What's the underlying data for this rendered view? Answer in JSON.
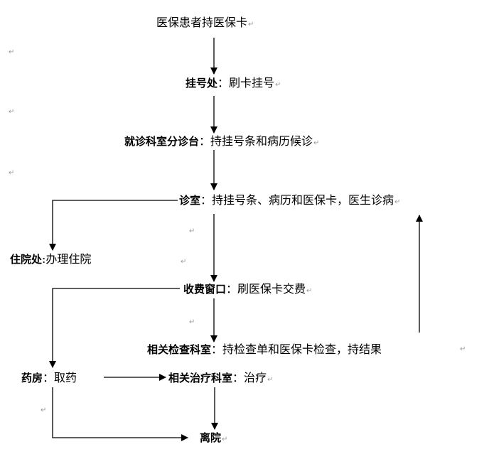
{
  "diagram": {
    "title": "医保患者就医流程",
    "paragraph_mark": "↵",
    "line_color": "#000000",
    "nodes": {
      "start": {
        "text": "医保患者持医保卡"
      },
      "registration": {
        "label": "挂号处",
        "separator": "：",
        "desc": "刷卡挂号"
      },
      "triage": {
        "label": "就诊科室分诊台",
        "separator": "：",
        "desc": "持挂号条和病历候诊"
      },
      "clinic": {
        "label": "诊室",
        "separator": "：",
        "desc": "持挂号条、病历和医保卡，医生诊病"
      },
      "admission": {
        "label": "住院处",
        "separator": ":",
        "desc": "办理住院"
      },
      "payment": {
        "label": "收费窗口",
        "separator": "：",
        "desc": "刷医保卡交费"
      },
      "examination": {
        "label": "相关检查科室",
        "separator": "：",
        "desc": "持检查单和医保卡检查，持结果"
      },
      "pharmacy": {
        "label": "药房",
        "separator": "：",
        "desc": "取药"
      },
      "treatment": {
        "label": "相关治疗科室",
        "separator": "：",
        "desc": "治疗"
      },
      "discharge": {
        "label": "离院"
      }
    },
    "edges": [
      {
        "from": "start",
        "to": "registration"
      },
      {
        "from": "registration",
        "to": "triage"
      },
      {
        "from": "triage",
        "to": "clinic"
      },
      {
        "from": "clinic",
        "to": "admission"
      },
      {
        "from": "clinic",
        "to": "payment"
      },
      {
        "from": "payment",
        "to": "examination"
      },
      {
        "from": "examination",
        "to": "clinic"
      },
      {
        "from": "payment",
        "to": "pharmacy"
      },
      {
        "from": "pharmacy",
        "to": "treatment"
      },
      {
        "from": "pharmacy",
        "to": "discharge"
      },
      {
        "from": "treatment",
        "to": "discharge"
      }
    ]
  }
}
